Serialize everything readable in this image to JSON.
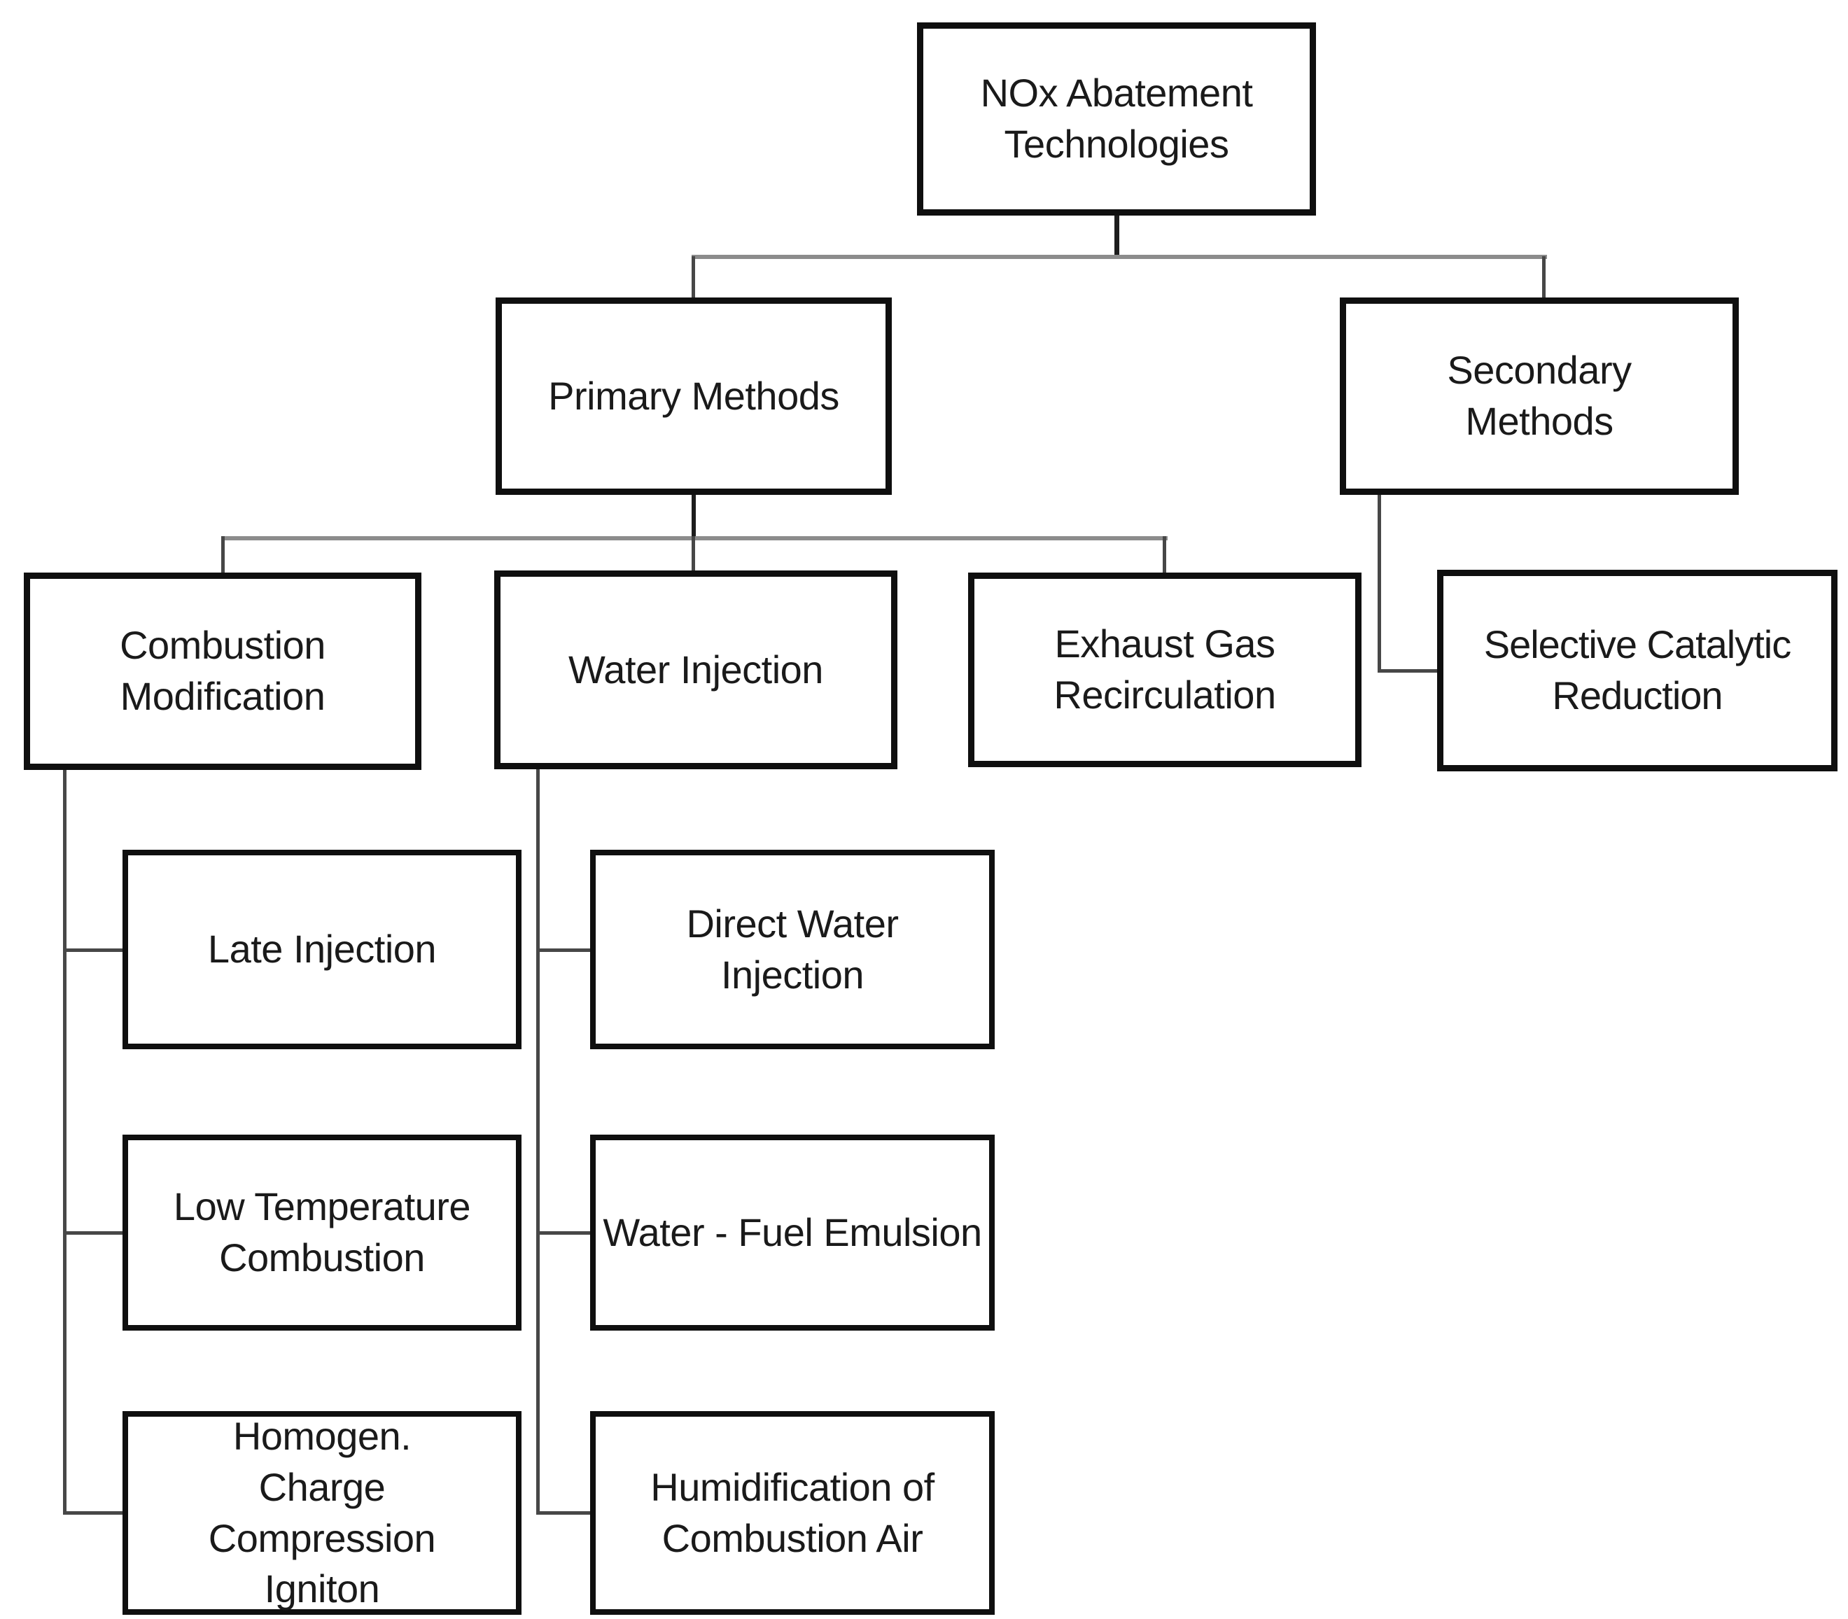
{
  "diagram": {
    "type": "hierarchy-flowchart",
    "nodes": {
      "root": {
        "label": "NOx Abatement Technologies"
      },
      "primary": {
        "label": "Primary Methods"
      },
      "secondary": {
        "label": "Secondary Methods"
      },
      "combustion_modification": {
        "label": "Combustion Modification"
      },
      "water_injection": {
        "label": "Water Injection"
      },
      "exhaust_gas_recirculation": {
        "label": "Exhaust Gas Recirculation"
      },
      "selective_catalytic_reduction": {
        "label": "Selective Catalytic Reduction"
      },
      "late_injection": {
        "label": "Late Injection"
      },
      "low_temperature_combustion": {
        "label": "Low Temperature Combustion"
      },
      "homogen_charge_compression_igniton": {
        "label": "Homogen. Charge Compression Igniton"
      },
      "direct_water_injection": {
        "label": "Direct Water Injection"
      },
      "water_fuel_emulsion": {
        "label": "Water - Fuel Emulsion"
      },
      "humidification_of_combustion_air": {
        "label": "Humidification of Combustion Air"
      }
    },
    "edges": [
      {
        "from": "root",
        "to": "primary"
      },
      {
        "from": "root",
        "to": "secondary"
      },
      {
        "from": "primary",
        "to": "combustion_modification"
      },
      {
        "from": "primary",
        "to": "water_injection"
      },
      {
        "from": "primary",
        "to": "exhaust_gas_recirculation"
      },
      {
        "from": "secondary",
        "to": "selective_catalytic_reduction"
      },
      {
        "from": "combustion_modification",
        "to": "late_injection"
      },
      {
        "from": "combustion_modification",
        "to": "low_temperature_combustion"
      },
      {
        "from": "combustion_modification",
        "to": "homogen_charge_compression_igniton"
      },
      {
        "from": "water_injection",
        "to": "direct_water_injection"
      },
      {
        "from": "water_injection",
        "to": "water_fuel_emulsion"
      },
      {
        "from": "water_injection",
        "to": "humidification_of_combustion_air"
      }
    ],
    "colors": {
      "background": "#ffffff",
      "box_border": "#0f0f0f",
      "text": "#1a1a1a",
      "connector": "#474747",
      "connector_rail": "#8c8c8c"
    }
  }
}
